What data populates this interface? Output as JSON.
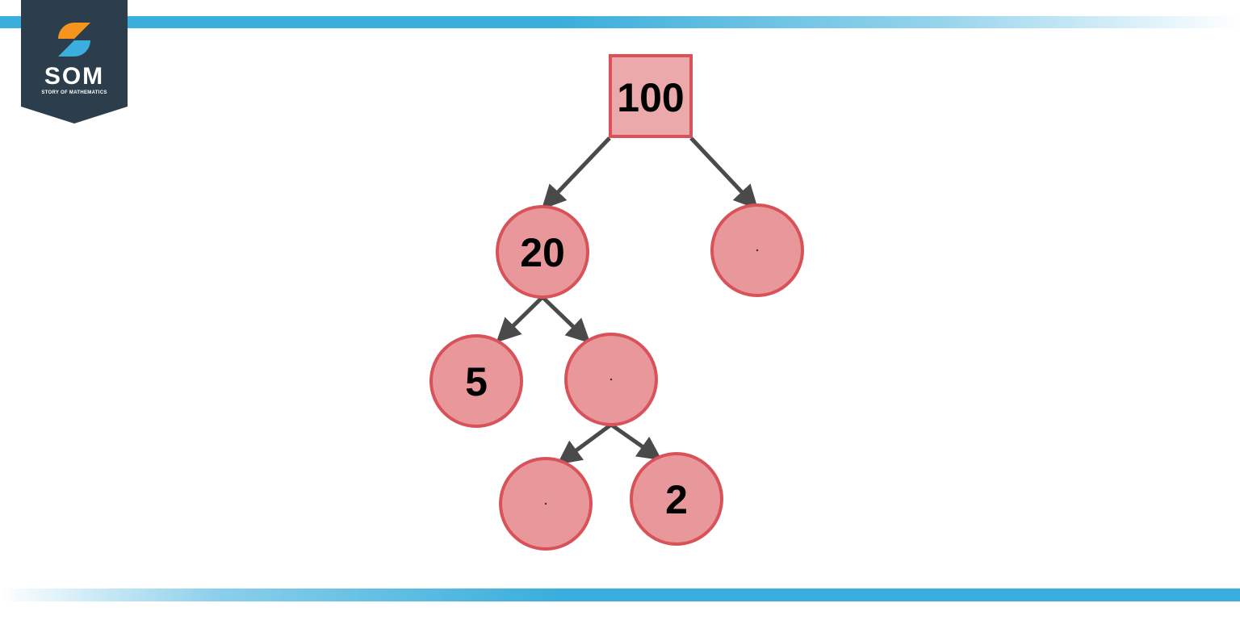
{
  "logo": {
    "name": "SOM",
    "tagline": "STORY OF MATHEMATICS",
    "colors": {
      "badge": "#2c3e4c",
      "orange": "#f7941d",
      "blue": "#3aaedc"
    }
  },
  "diagram": {
    "type": "factor-tree",
    "colors": {
      "node_fill": "#e8979a",
      "root_fill": "#eba9ab",
      "node_stroke": "#d9525a",
      "arrow": "#4a4a4a",
      "stripe": "#3aaedc"
    },
    "nodes": [
      {
        "id": "root",
        "label": "100",
        "shape": "square"
      },
      {
        "id": "n20",
        "label": "20",
        "shape": "circle"
      },
      {
        "id": "nblank_right",
        "label": "",
        "shape": "circle"
      },
      {
        "id": "n5",
        "label": "5",
        "shape": "circle"
      },
      {
        "id": "nblank_mid",
        "label": "",
        "shape": "circle"
      },
      {
        "id": "nblank_bottom",
        "label": "",
        "shape": "circle"
      },
      {
        "id": "n2",
        "label": "2",
        "shape": "circle"
      }
    ],
    "edges": [
      {
        "from": "root",
        "to": "n20"
      },
      {
        "from": "root",
        "to": "nblank_right"
      },
      {
        "from": "n20",
        "to": "n5"
      },
      {
        "from": "n20",
        "to": "nblank_mid"
      },
      {
        "from": "nblank_mid",
        "to": "nblank_bottom"
      },
      {
        "from": "nblank_mid",
        "to": "n2"
      }
    ]
  }
}
